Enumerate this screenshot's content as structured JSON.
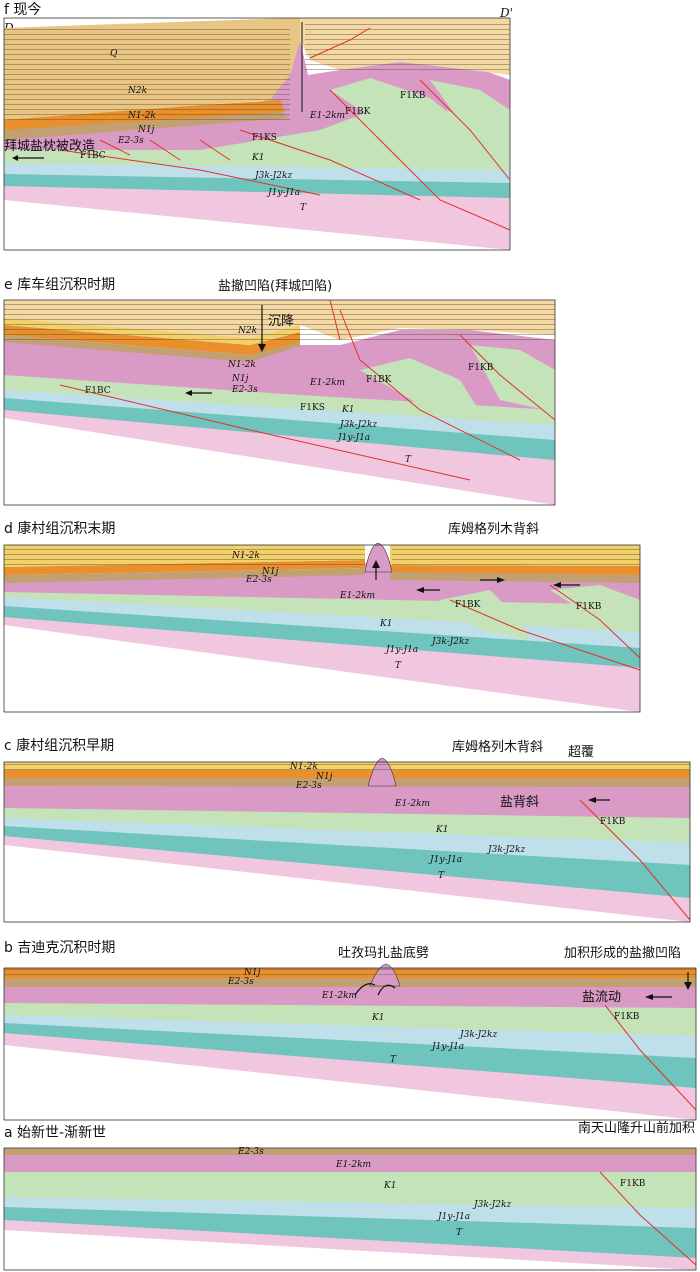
{
  "panels": {
    "f": {
      "title": "f 现今",
      "corner_left": "D",
      "corner_right": "D'",
      "note": "拜城盐枕被改造",
      "labels": [
        "Q",
        "N2k",
        "N1-2k",
        "N1j",
        "E2-3s",
        "E1-2km",
        "K1",
        "J3k-J2kz",
        "J1y-J1a",
        "T"
      ],
      "faults": [
        "F1BC",
        "F1KS",
        "F1BK",
        "F1KB"
      ]
    },
    "e": {
      "title": "e 库车组沉积时期",
      "header": "盐撤凹陷(拜城凹陷)",
      "subsidence": "沉降",
      "labels": [
        "N2k",
        "N1-2k",
        "N1j",
        "E2-3s",
        "E1-2km",
        "K1",
        "J3k-J2kz",
        "J1y-J1a",
        "T"
      ],
      "faults": [
        "F1BC",
        "F1KS",
        "F1BK",
        "F1KB"
      ]
    },
    "d": {
      "title": "d 康村组沉积末期",
      "header": "库姆格列木背斜",
      "labels": [
        "N1-2k",
        "N1j",
        "E2-3s",
        "E1-2km",
        "K1",
        "J3k-J2kz",
        "J1y-J1a",
        "T"
      ],
      "faults": [
        "F1BK",
        "F1KB"
      ]
    },
    "c": {
      "title": "c 康村组沉积早期",
      "header": "库姆格列木背斜",
      "note": "超覆",
      "note2": "盐背斜",
      "labels": [
        "N1-2k",
        "N1j",
        "E2-3s",
        "E1-2km",
        "K1",
        "J3k-J2kz",
        "J1y-J1a",
        "T"
      ],
      "faults": [
        "F1KB"
      ]
    },
    "b": {
      "title": "b 吉迪克沉积时期",
      "header": "吐孜玛扎盐底劈",
      "header2": "加积形成的盐撤凹陷",
      "note": "盐流动",
      "labels": [
        "N1j",
        "E2-3s",
        "E1-2km",
        "K1",
        "J3k-J2kz",
        "J1y-J1a",
        "T"
      ],
      "faults": [
        "F1KB"
      ]
    },
    "a": {
      "title": "a 始新世-渐新世",
      "header": "南天山隆升山前加积",
      "labels": [
        "E2-3s",
        "E1-2km",
        "K1",
        "J3k-J2kz",
        "J1y-J1a",
        "T"
      ],
      "faults": [
        "F1KB"
      ]
    }
  },
  "colors": {
    "T": "#f1c7df",
    "J_lower": "#6fc4be",
    "J_upper": "#bfe0ea",
    "K1": "#c5e3b8",
    "salt": "#d99bc6",
    "E23s": "#c2a071",
    "N1j": "#e98f2c",
    "N12k": "#f2d06a",
    "N2k": "#f3d8a4",
    "Q": "#e8c583",
    "fault": "#e0302a"
  }
}
